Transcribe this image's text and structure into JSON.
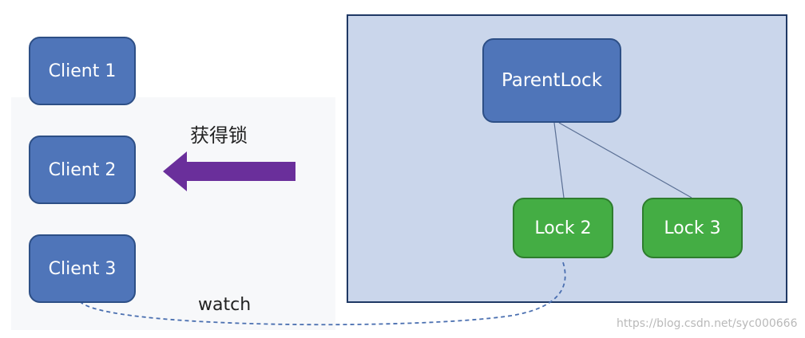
{
  "diagram": {
    "clients": [
      {
        "label": "Client 1"
      },
      {
        "label": "Client 2"
      },
      {
        "label": "Client 3"
      }
    ],
    "parent_node": {
      "label": "ParentLock"
    },
    "lock_nodes": [
      {
        "label": "Lock 2"
      },
      {
        "label": "Lock 3"
      }
    ],
    "acquire_arrow": {
      "label": "获得锁",
      "color": "#6a2f9b"
    },
    "watch_link": {
      "label": "watch"
    },
    "colors": {
      "client_fill": "#4f75b9",
      "lock_fill": "#44ad44",
      "panel_fill": "#cad6eb",
      "panel_border": "#1f3864"
    }
  },
  "watermark": "https://blog.csdn.net/syc000666"
}
